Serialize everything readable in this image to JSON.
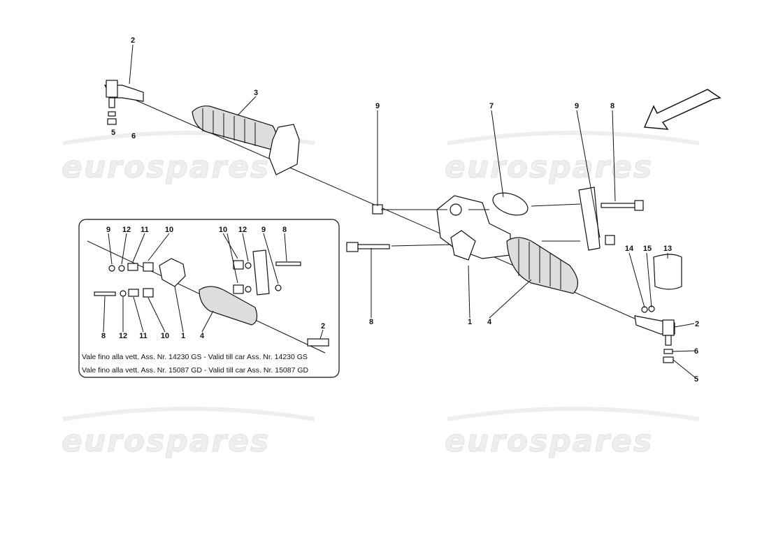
{
  "watermark": "eurospares",
  "main_callouts": {
    "tie_rod_end_left": "2",
    "boot_left": "3",
    "nut_left": "5",
    "washer_left": "6",
    "nut_center": "9",
    "cover": "7",
    "nut_right": "9",
    "bolt_right": "8",
    "item14": "14",
    "item15": "15",
    "item13": "13",
    "tie_rod_end_right": "2",
    "washer_right": "6",
    "nut_right_end": "5",
    "bolt_left": "8",
    "rack_housing": "1",
    "boot_right": "4"
  },
  "inset": {
    "top_callouts": [
      "9",
      "12",
      "11",
      "10",
      "10",
      "12",
      "9",
      "8"
    ],
    "bottom_callouts": [
      "8",
      "12",
      "11",
      "10",
      "1",
      "4"
    ],
    "tie_rod_end": "2",
    "notes": [
      "Vale fino alla vett. Ass. Nr. 14230 GS - Valid till car Ass. Nr. 14230 GS",
      "Vale fino alla vett. Ass. Nr. 15087 GD - Valid till car Ass. Nr. 15087 GD"
    ]
  }
}
